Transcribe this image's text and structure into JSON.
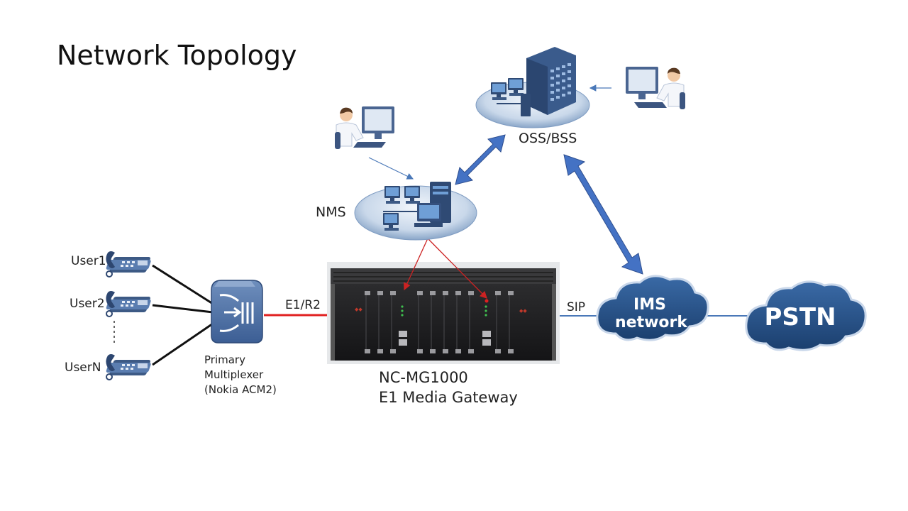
{
  "title": "Network Topology",
  "users": [
    "User1",
    "User2",
    "UserN"
  ],
  "multiplexer": {
    "line1": "Primary",
    "line2": "Multiplexer",
    "line3": "(Nokia ACM2)"
  },
  "links": {
    "e1": "E1/R2",
    "sip": "SIP"
  },
  "gateway": {
    "line1": "NC-MG1000",
    "line2": "E1 Media Gateway"
  },
  "nms": {
    "label": "NMS"
  },
  "oss": {
    "label": "OSS/BSS"
  },
  "ims": {
    "line1": "IMS",
    "line2": "network"
  },
  "pstn": {
    "label": "PSTN"
  },
  "colors": {
    "arrow_fill": "#4472c4",
    "arrow_stroke": "#2f4f8f",
    "e1_link": "#e02020",
    "sip_link": "#4a78b8",
    "cloud_fill": "#1f4e79",
    "cloud_text": "#ffffff",
    "red_pointer": "#cc2222"
  },
  "icons": {
    "phone": "desk-phone-icon",
    "multiplexer": "multiplexer-icon",
    "gateway": "media-gateway-chassis",
    "nms_platform": "network-management-platform-icon",
    "oss_platform": "server-building-platform-icon",
    "operator": "operator-workstation-icon"
  }
}
